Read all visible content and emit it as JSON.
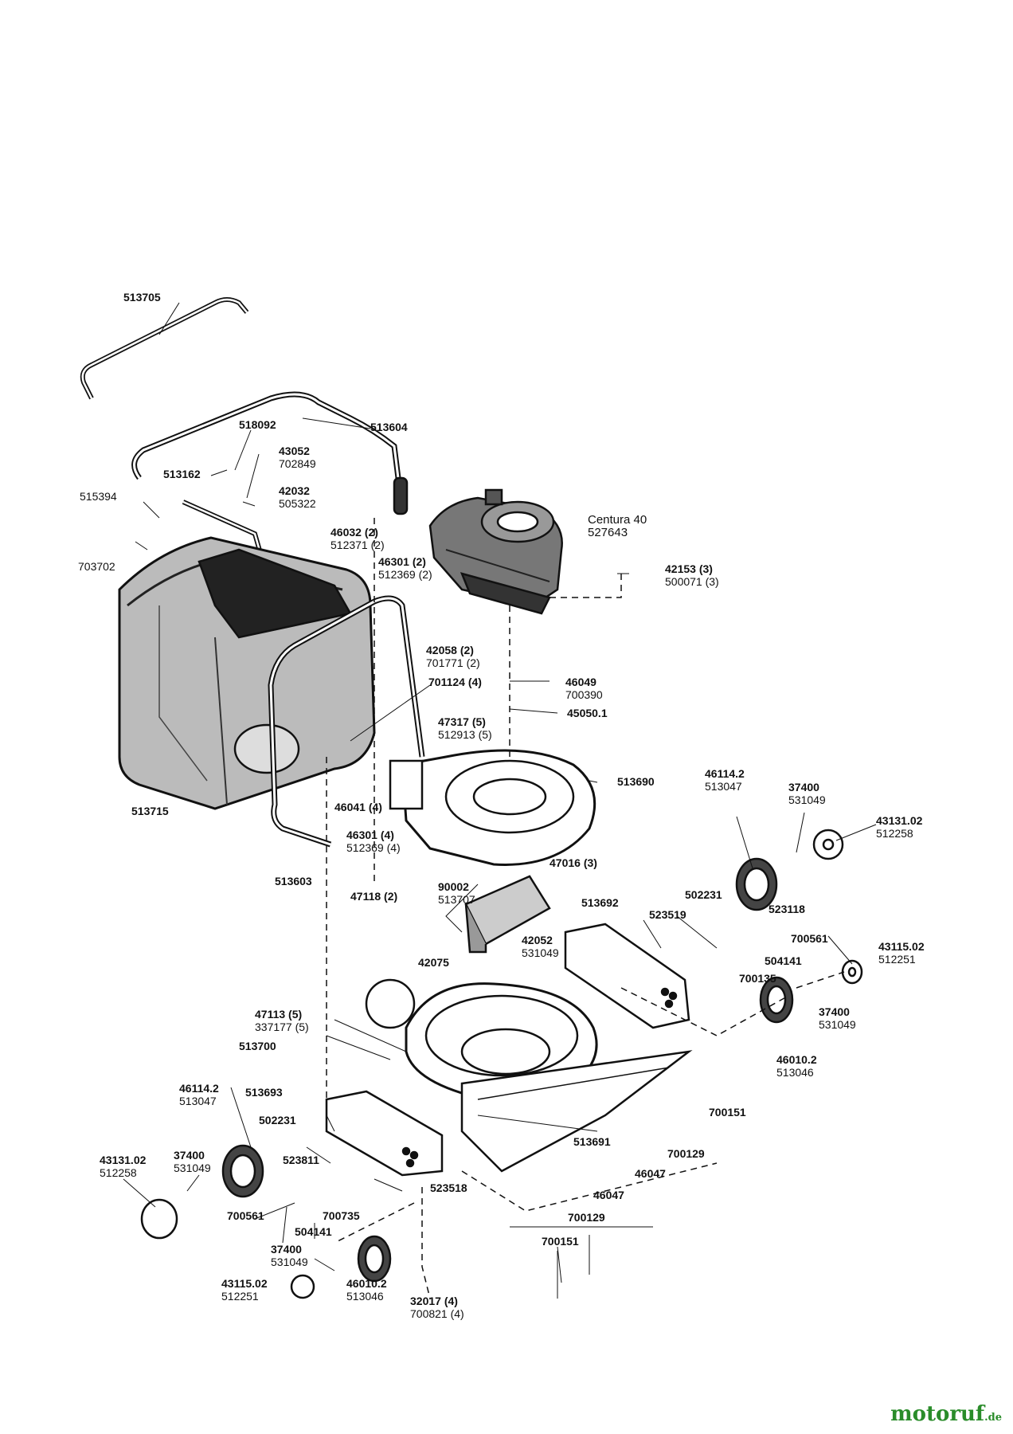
{
  "parts": {
    "p513705": {
      "code": "513705"
    },
    "p513604": {
      "code": "513604"
    },
    "p518092": {
      "code": "518092"
    },
    "p513162": {
      "code": "513162"
    },
    "p43052": {
      "code": "43052",
      "sub": "702849"
    },
    "p42032": {
      "code": "42032",
      "sub": "505322"
    },
    "p515394": {
      "code": "515394"
    },
    "p703702": {
      "code": "703702"
    },
    "p46032": {
      "code": "46032 (2)",
      "sub": "512371 (2)"
    },
    "p46301a": {
      "code": "46301 (2)",
      "sub": "512369 (2)"
    },
    "engine": {
      "code": "Centura 40",
      "sub": "527643"
    },
    "p42153": {
      "code": "42153 (3)",
      "sub": "500071 (3)"
    },
    "p42058": {
      "code": "42058 (2)",
      "sub": "701771 (2)"
    },
    "p701124": {
      "code": "701124 (4)"
    },
    "p46049": {
      "code": "46049",
      "sub": "700390"
    },
    "p45050": {
      "code": "45050.1"
    },
    "p47317": {
      "code": "47317 (5)",
      "sub": "512913 (5)"
    },
    "p513690": {
      "code": "513690"
    },
    "p513715": {
      "code": "513715"
    },
    "p46041": {
      "code": "46041 (4)"
    },
    "p46301b": {
      "code": "46301 (4)",
      "sub": "512369 (4)"
    },
    "p513603": {
      "code": "513603"
    },
    "p47118": {
      "code": "47118 (2)"
    },
    "p47016": {
      "code": "47016 (3)"
    },
    "p46114r": {
      "code": "46114.2",
      "sub": "513047"
    },
    "p37400r1": {
      "code": "37400",
      "sub": "531049"
    },
    "p43131r": {
      "code": "43131.02",
      "sub": "512258"
    },
    "p90002": {
      "code": "90002",
      "sub": "513707"
    },
    "p513692": {
      "code": "513692"
    },
    "p502231r": {
      "code": "502231"
    },
    "p523519": {
      "code": "523519"
    },
    "p523118": {
      "code": "523118"
    },
    "p700561r": {
      "code": "700561"
    },
    "p43115r": {
      "code": "43115.02",
      "sub": "512251"
    },
    "p42052": {
      "code": "42052",
      "sub": "531049"
    },
    "p42075": {
      "code": "42075"
    },
    "p504141r": {
      "code": "504141"
    },
    "p700135": {
      "code": "700135"
    },
    "p37400r2": {
      "code": "37400",
      "sub": "531049"
    },
    "p47113": {
      "code": "47113  (5)",
      "sub": "337177 (5)"
    },
    "p46010r": {
      "code": "46010.2",
      "sub": "513046"
    },
    "p513700": {
      "code": "513700"
    },
    "p46114l": {
      "code": "46114.2",
      "sub": "513047"
    },
    "p513693": {
      "code": "513693"
    },
    "p700151a": {
      "code": "700151"
    },
    "p502231l": {
      "code": "502231"
    },
    "p700129a": {
      "code": "700129"
    },
    "p513691": {
      "code": "513691"
    },
    "p43131l": {
      "code": "43131.02",
      "sub": "512258"
    },
    "p37400l1": {
      "code": "37400",
      "sub": "531049"
    },
    "p523811": {
      "code": "523811"
    },
    "p46047a": {
      "code": "46047"
    },
    "p523518": {
      "code": "523518"
    },
    "p46047b": {
      "code": "46047"
    },
    "p700561l": {
      "code": "700561"
    },
    "p700735": {
      "code": "700735"
    },
    "p700129b": {
      "code": "700129"
    },
    "p504141l": {
      "code": "504141"
    },
    "p700151b": {
      "code": "700151"
    },
    "p37400l2": {
      "code": "37400",
      "sub": "531049"
    },
    "p43115l": {
      "code": "43115.02",
      "sub": "512251"
    },
    "p46010l": {
      "code": "46010.2",
      "sub": "513046"
    },
    "p32017": {
      "code": "32017 (4)",
      "sub": "700821 (4)"
    }
  },
  "watermark": {
    "brand": "motoruf",
    "tld": ".de"
  }
}
